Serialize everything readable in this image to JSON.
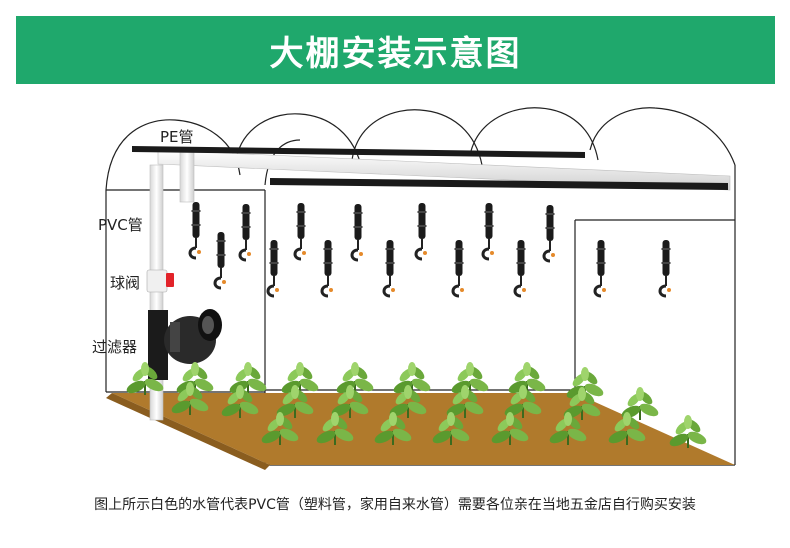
{
  "header": {
    "title": "大棚安装示意图",
    "banner_color": "#1fa86c"
  },
  "diagram": {
    "labels": {
      "pe_pipe": "PE管",
      "pvc_pipe": "PVC管",
      "ball_valve": "球阀",
      "filter": "过滤器"
    },
    "components": {
      "pvc_pipe_color": "#f2f2f2",
      "pe_pipe_color": "#1a1a1a",
      "valve_color": "#e2232a",
      "soil_color": "#b07a2c"
    }
  },
  "footer": {
    "caption": "图上所示白色的水管代表PVC管（塑料管，家用自来水管）需要各位亲在当地五金店自行购买安装"
  }
}
